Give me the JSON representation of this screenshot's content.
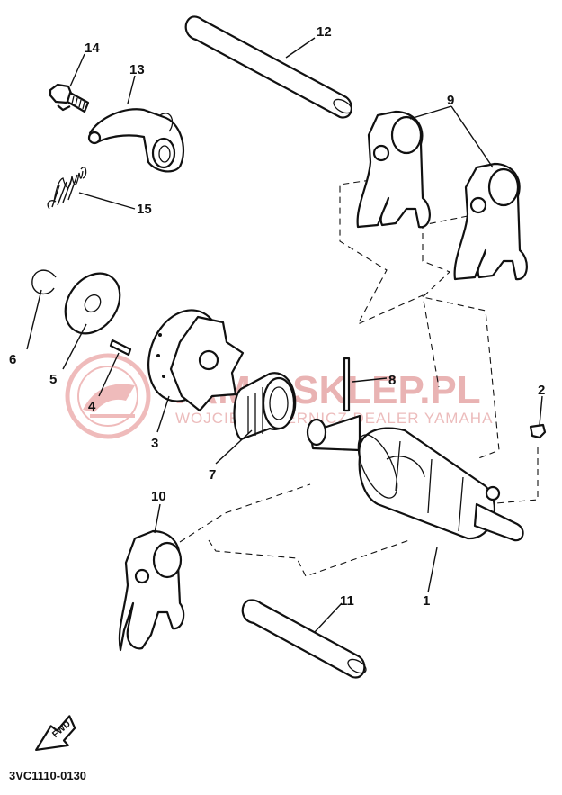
{
  "watermark": {
    "line1": "YAMA-SKLEP.PL",
    "line2": "WOJCIECH PIERNICZ DEALER YAMAHA",
    "color": "#e9b3b3"
  },
  "labels": {
    "p1": "1",
    "p2": "2",
    "p3": "3",
    "p4": "4",
    "p5": "5",
    "p6": "6",
    "p7": "7",
    "p8": "8",
    "p9": "9",
    "p10": "10",
    "p11": "11",
    "p12": "12",
    "p13": "13",
    "p14": "14",
    "p15": "15"
  },
  "direction_badge": "FWD",
  "diagram_code": "3VC1110-0130"
}
